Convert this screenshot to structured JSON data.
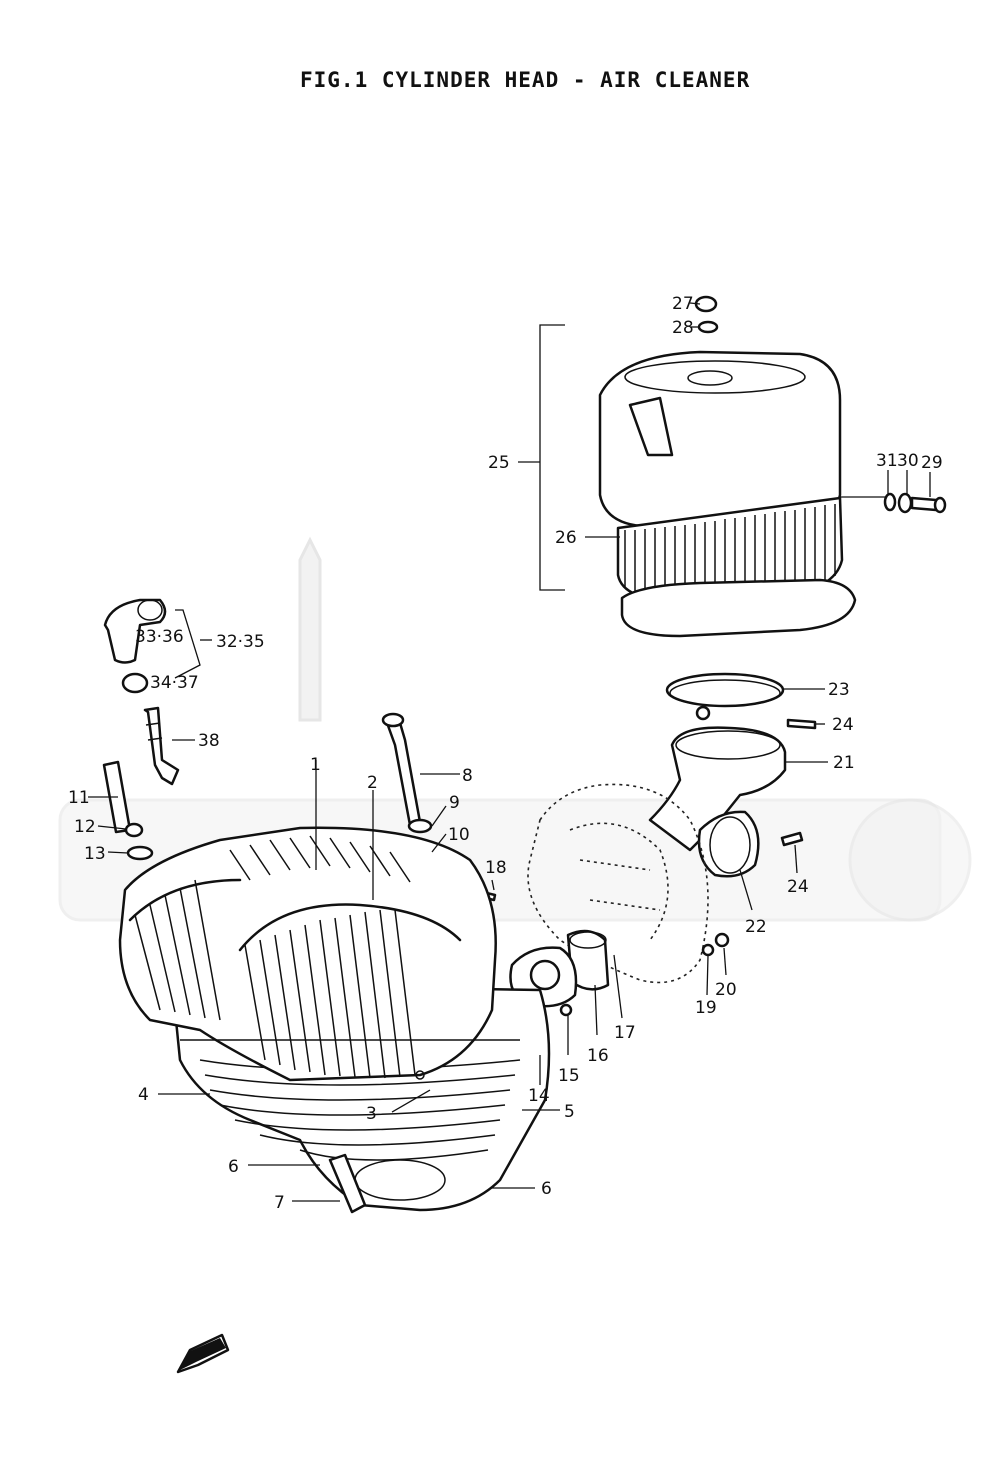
{
  "figure": {
    "title": "FIG.1  CYLINDER HEAD - AIR CLEANER"
  },
  "callouts": {
    "c1": "1",
    "c2": "2",
    "c3": "3",
    "c4": "4",
    "c5": "5",
    "c6a": "6",
    "c6b": "6",
    "c7": "7",
    "c8": "8",
    "c9": "9",
    "c10": "10",
    "c11": "11",
    "c12": "12",
    "c13": "13",
    "c14": "14",
    "c15": "15",
    "c16": "16",
    "c17": "17",
    "c18": "18",
    "c19": "19",
    "c20": "20",
    "c21": "21",
    "c22": "22",
    "c23": "23",
    "c24a": "24",
    "c24b": "24",
    "c25": "25",
    "c26": "26",
    "c27": "27",
    "c28": "28",
    "c29": "29",
    "c30": "30",
    "c31": "31",
    "c32_35": "32·35",
    "c33_36": "33·36",
    "c34_37": "34·37",
    "c38": "38"
  }
}
